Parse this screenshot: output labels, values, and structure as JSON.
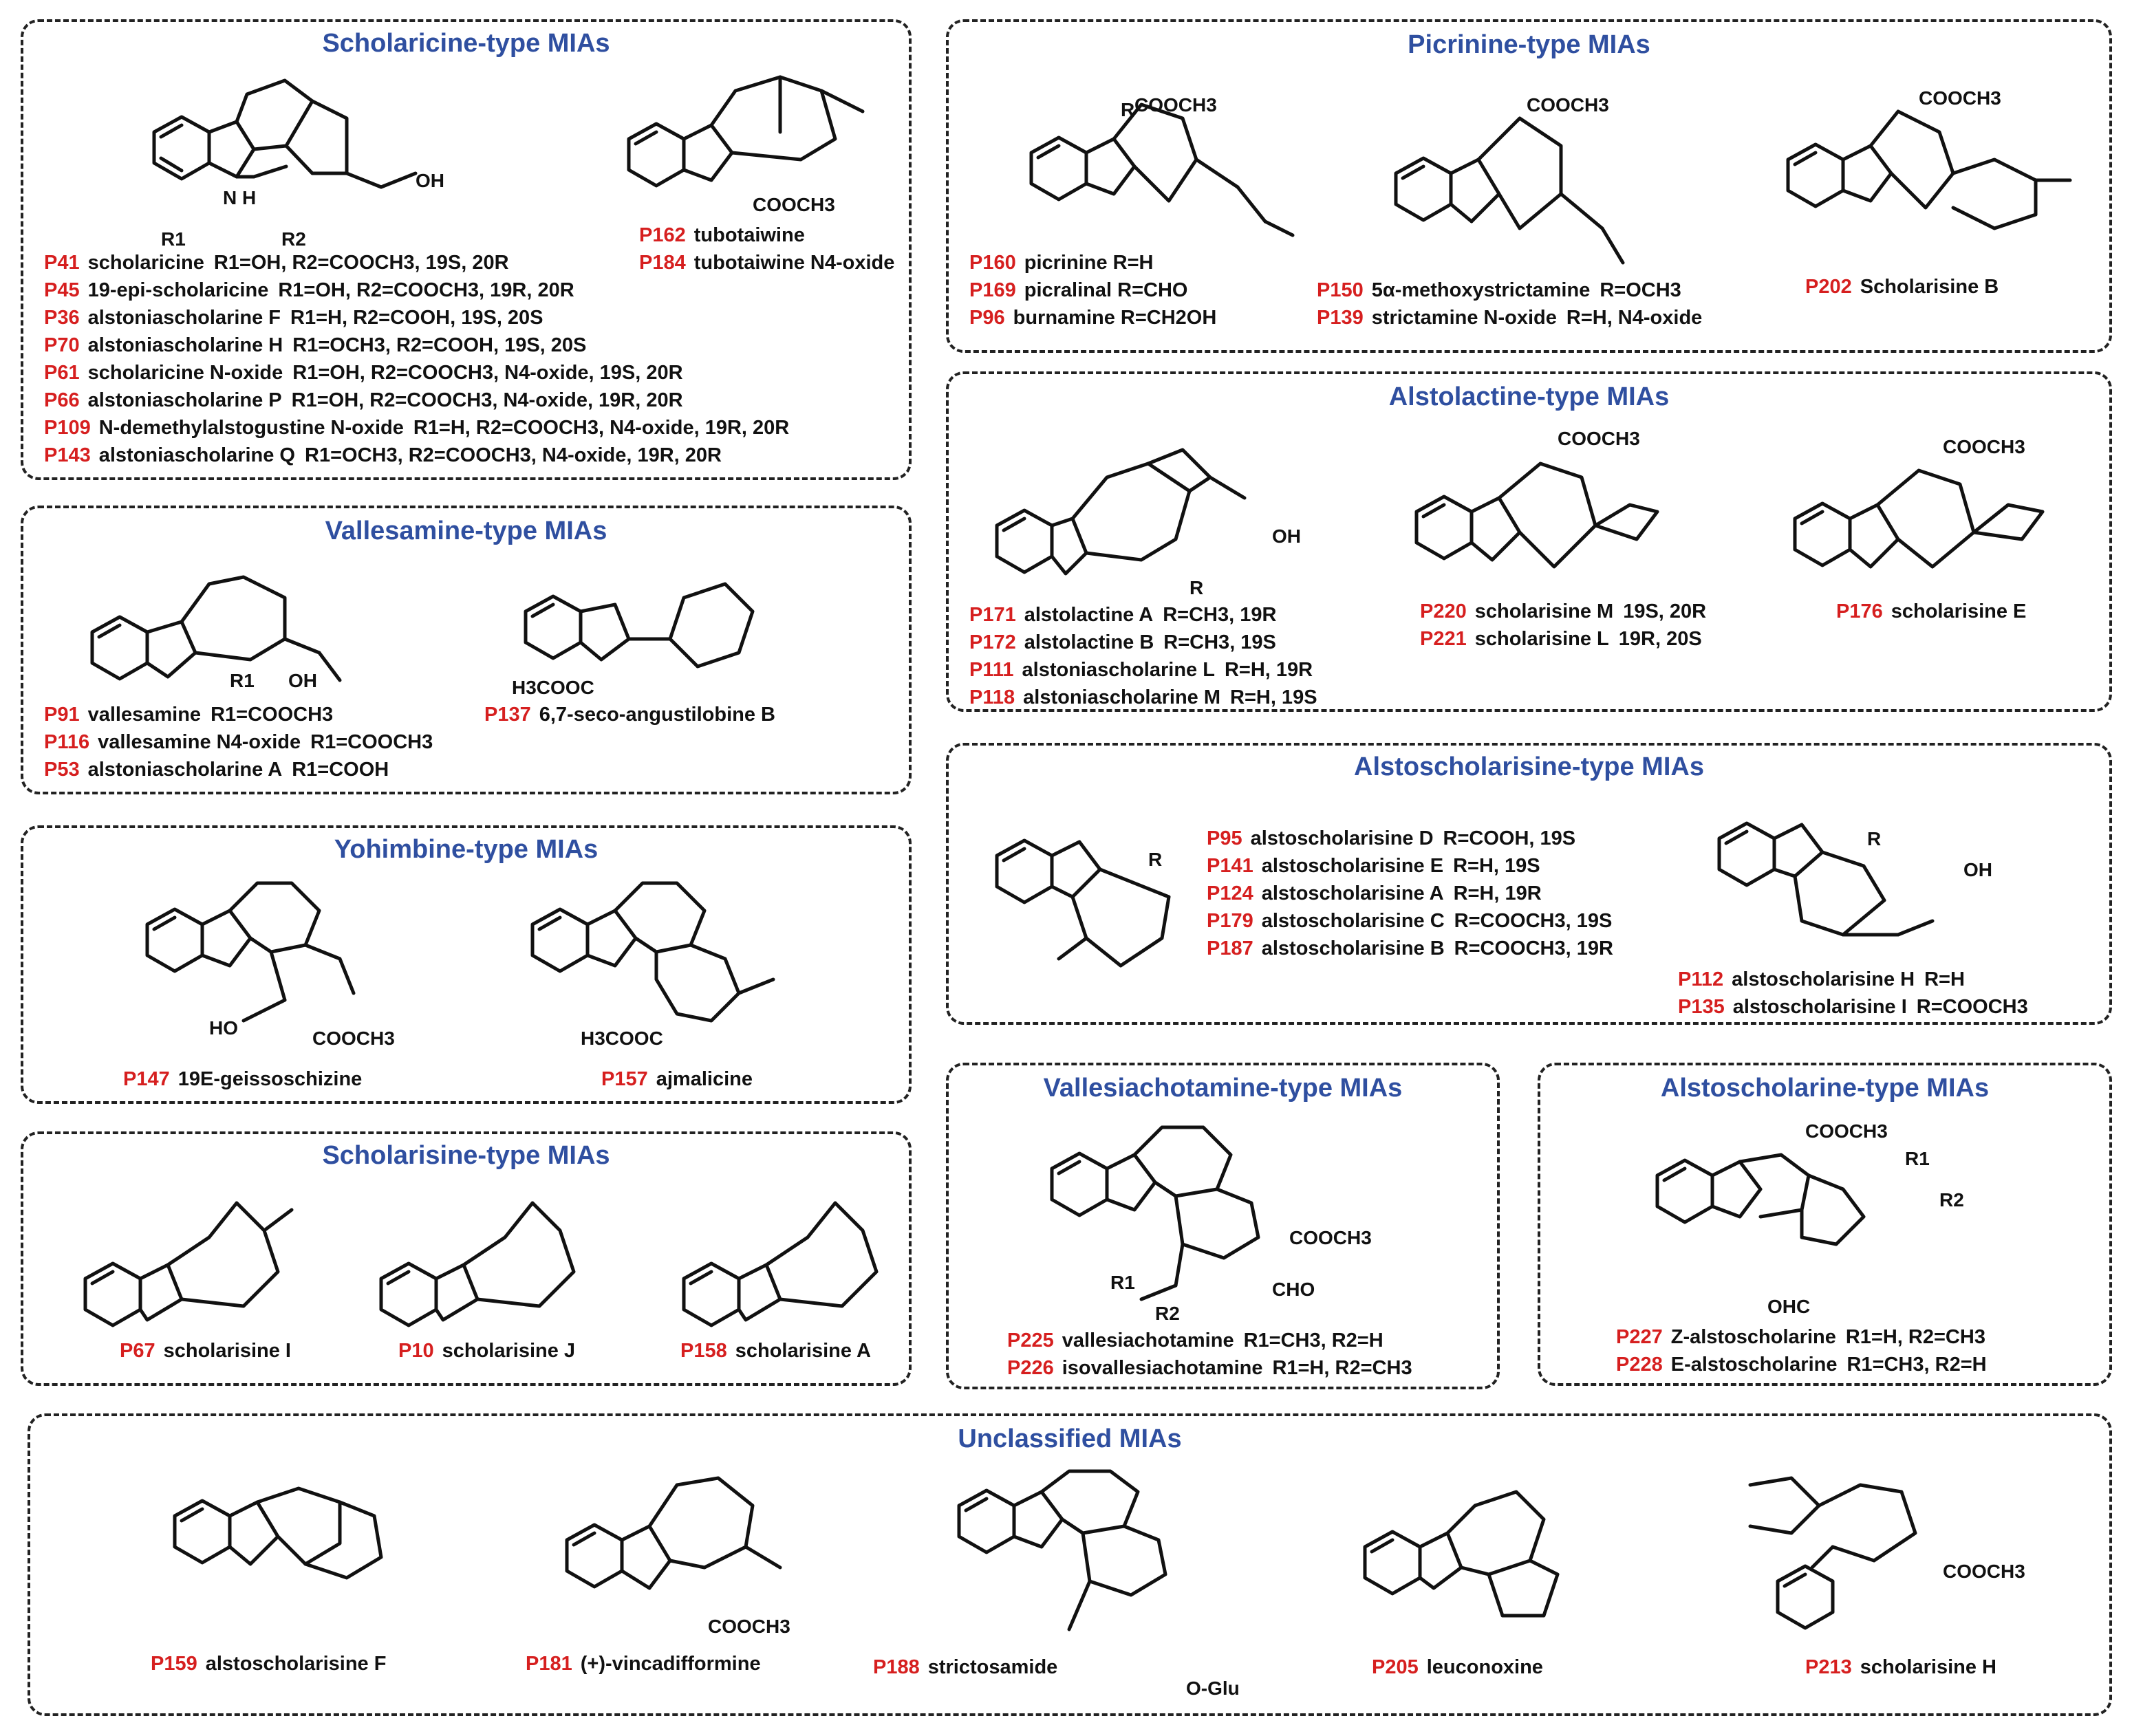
{
  "panels": {
    "scholaricine": {
      "title": "Scholaricine-type MIAs",
      "entries": [
        {
          "id": "P41",
          "name": "scholaricine",
          "desc": "R1=OH, R2=COOCH3, 19S, 20R"
        },
        {
          "id": "P45",
          "name": "19-epi-scholaricine",
          "desc": "R1=OH, R2=COOCH3, 19R, 20R"
        },
        {
          "id": "P36",
          "name": "alstoniascholarine F",
          "desc": "R1=H, R2=COOH, 19S, 20S"
        },
        {
          "id": "P70",
          "name": "alstoniascholarine H",
          "desc": "R1=OCH3, R2=COOH, 19S, 20S"
        },
        {
          "id": "P61",
          "name": "scholaricine N-oxide",
          "desc": "R1=OH, R2=COOCH3, N4-oxide, 19S, 20R"
        },
        {
          "id": "P66",
          "name": "alstoniascholarine P",
          "desc": "R1=OH, R2=COOCH3, N4-oxide, 19R, 20R"
        },
        {
          "id": "P109",
          "name": "N-demethylalstogustine N-oxide",
          "desc": "R1=H, R2=COOCH3, N4-oxide, 19R, 20R"
        },
        {
          "id": "P143",
          "name": "alstoniascholarine Q",
          "desc": "R1=OCH3, R2=COOCH3, N4-oxide, 19R, 20R"
        }
      ],
      "side_entries": [
        {
          "id": "P162",
          "name": "tubotaiwine",
          "desc": ""
        },
        {
          "id": "P184",
          "name": "tubotaiwine N4-oxide",
          "desc": ""
        }
      ]
    },
    "picrinine": {
      "title": "Picrinine-type MIAs",
      "entries_a": [
        {
          "id": "P160",
          "name": "picrinine R=H",
          "desc": ""
        },
        {
          "id": "P169",
          "name": "picralinal R=CHO",
          "desc": ""
        },
        {
          "id": "P96",
          "name": "burnamine R=CH2OH",
          "desc": ""
        }
      ],
      "entries_b": [
        {
          "id": "P150",
          "name": "5α-methoxystrictamine",
          "desc": "R=OCH3"
        },
        {
          "id": "P139",
          "name": "strictamine N-oxide",
          "desc": "R=H, N4-oxide"
        }
      ],
      "entries_c": [
        {
          "id": "P202",
          "name": "Scholarisine B",
          "desc": ""
        }
      ]
    },
    "vallesamine": {
      "title": "Vallesamine-type MIAs",
      "entries": [
        {
          "id": "P91",
          "name": "vallesamine",
          "desc": "R1=COOCH3"
        },
        {
          "id": "P116",
          "name": "vallesamine N4-oxide",
          "desc": "R1=COOCH3"
        },
        {
          "id": "P53",
          "name": "alstoniascholarine A",
          "desc": "R1=COOH"
        }
      ],
      "side_entries": [
        {
          "id": "P137",
          "name": "6,7-seco-angustilobine B",
          "desc": ""
        }
      ]
    },
    "alstolactine": {
      "title": "Alstolactine-type MIAs",
      "entries_a": [
        {
          "id": "P171",
          "name": "alstolactine A",
          "desc": "R=CH3, 19R"
        },
        {
          "id": "P172",
          "name": "alstolactine B",
          "desc": "R=CH3, 19S"
        },
        {
          "id": "P111",
          "name": "alstoniascholarine L",
          "desc": "R=H, 19R"
        },
        {
          "id": "P118",
          "name": "alstoniascholarine M",
          "desc": "R=H, 19S"
        }
      ],
      "entries_b": [
        {
          "id": "P220",
          "name": "scholarisine M",
          "desc": "19S, 20R"
        },
        {
          "id": "P221",
          "name": "scholarisine L",
          "desc": "19R, 20S"
        }
      ],
      "entries_c": [
        {
          "id": "P176",
          "name": "scholarisine E",
          "desc": ""
        }
      ]
    },
    "yohimbine": {
      "title": "Yohimbine-type MIAs",
      "entries_a": [
        {
          "id": "P147",
          "name": "19E-geissoschizine",
          "desc": ""
        }
      ],
      "entries_b": [
        {
          "id": "P157",
          "name": "ajmalicine",
          "desc": ""
        }
      ]
    },
    "alstoscholarisine": {
      "title": "Alstoscholarisine-type MIAs",
      "entries_a": [
        {
          "id": "P95",
          "name": "alstoscholarisine D",
          "desc": "R=COOH, 19S"
        },
        {
          "id": "P141",
          "name": "alstoscholarisine E",
          "desc": "R=H, 19S"
        },
        {
          "id": "P124",
          "name": "alstoscholarisine A",
          "desc": "R=H, 19R"
        },
        {
          "id": "P179",
          "name": "alstoscholarisine C",
          "desc": "R=COOCH3, 19S"
        },
        {
          "id": "P187",
          "name": "alstoscholarisine B",
          "desc": "R=COOCH3, 19R"
        }
      ],
      "entries_b": [
        {
          "id": "P112",
          "name": "alstoscholarisine H",
          "desc": "R=H"
        },
        {
          "id": "P135",
          "name": "alstoscholarisine I",
          "desc": "R=COOCH3"
        }
      ]
    },
    "scholarisine": {
      "title": "Scholarisine-type MIAs",
      "entries_a": [
        {
          "id": "P67",
          "name": "scholarisine I",
          "desc": ""
        }
      ],
      "entries_b": [
        {
          "id": "P10",
          "name": "scholarisine J",
          "desc": ""
        }
      ],
      "entries_c": [
        {
          "id": "P158",
          "name": "scholarisine A",
          "desc": ""
        }
      ]
    },
    "vallesiachotamine": {
      "title": "Vallesiachotamine-type MIAs",
      "entries": [
        {
          "id": "P225",
          "name": "vallesiachotamine",
          "desc": "R1=CH3, R2=H"
        },
        {
          "id": "P226",
          "name": "isovallesiachotamine",
          "desc": "R1=H, R2=CH3"
        }
      ]
    },
    "alstoscholarine": {
      "title": "Alstoscholarine-type MIAs",
      "entries": [
        {
          "id": "P227",
          "name": "Z-alstoscholarine",
          "desc": "R1=H, R2=CH3"
        },
        {
          "id": "P228",
          "name": "E-alstoscholarine",
          "desc": "R1=CH3, R2=H"
        }
      ]
    },
    "unclassified": {
      "title": "Unclassified MIAs",
      "entries_a": [
        {
          "id": "P159",
          "name": "alstoscholarisine F",
          "desc": ""
        }
      ],
      "entries_b": [
        {
          "id": "P181",
          "name": "(+)-vincadifformine",
          "desc": ""
        }
      ],
      "entries_c": [
        {
          "id": "P188",
          "name": "strictosamide",
          "desc": ""
        }
      ],
      "entries_d": [
        {
          "id": "P205",
          "name": "leuconoxine",
          "desc": ""
        }
      ],
      "entries_e": [
        {
          "id": "P213",
          "name": "scholarisine H",
          "desc": ""
        }
      ]
    }
  },
  "labels": {
    "cooch3": "COOCH3",
    "oh": "OH",
    "n": "N",
    "h": "H",
    "nh": "N H",
    "o": "O",
    "glu": "O-Glu",
    "cho": "CHO",
    "r": "R",
    "r1": "R1",
    "r2": "R2",
    "h3cooc": "H3COOC",
    "ho": "HO",
    "ohc": "OHC"
  },
  "colors": {
    "title": "#2f4fa0",
    "compound_id": "#d61f1f",
    "text": "#111111"
  }
}
